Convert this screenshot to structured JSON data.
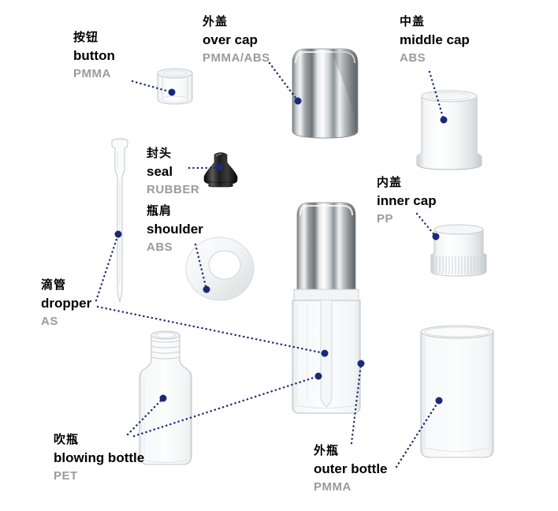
{
  "colors": {
    "accent": "#1b2878",
    "label_text": "#000000",
    "material_text": "#9b9b9b",
    "background": "#ffffff"
  },
  "labels": {
    "button": {
      "zh": "按钮",
      "en": "button",
      "material": "PMMA"
    },
    "over_cap": {
      "zh": "外盖",
      "en": "over cap",
      "material": "PMMA/ABS"
    },
    "middle_cap": {
      "zh": "中盖",
      "en": "middle cap",
      "material": "ABS"
    },
    "seal": {
      "zh": "封头",
      "en": "seal",
      "material": "RUBBER"
    },
    "shoulder": {
      "zh": "瓶肩",
      "en": "shoulder",
      "material": "ABS"
    },
    "inner_cap": {
      "zh": "内盖",
      "en": "inner cap",
      "material": "PP"
    },
    "dropper": {
      "zh": "滴管",
      "en": "dropper",
      "material": "AS"
    },
    "blowing_bottle": {
      "zh": "吹瓶",
      "en": "blowing bottle",
      "material": "PET"
    },
    "outer_bottle": {
      "zh": "外瓶",
      "en": "outer bottle",
      "material": "PMMA"
    }
  }
}
